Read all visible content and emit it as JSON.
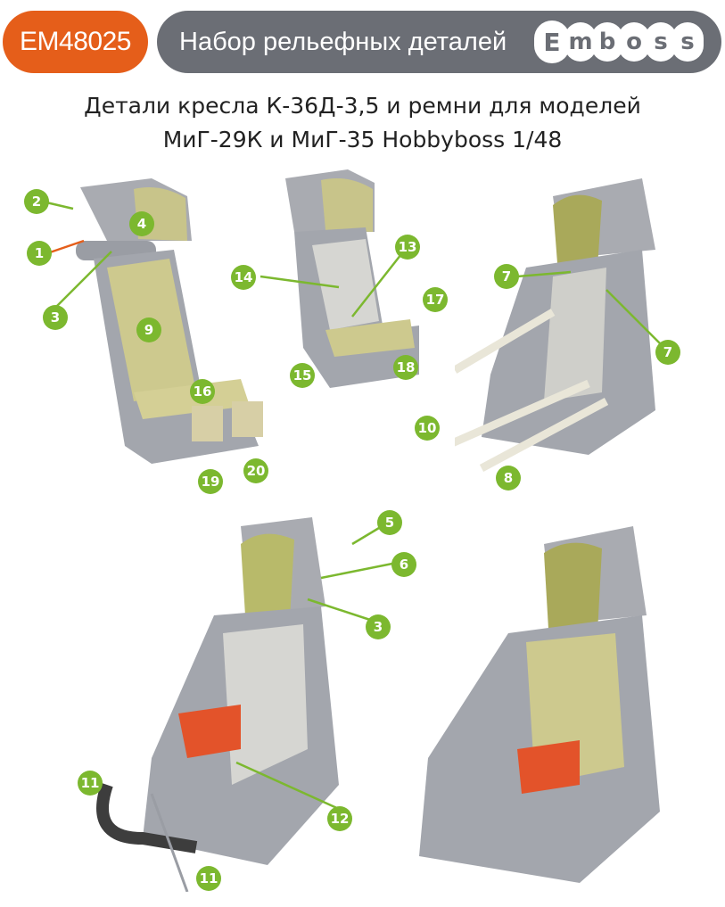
{
  "header": {
    "code": "EM48025",
    "title": "Набор рельефных деталей",
    "brand_letters": [
      "E",
      "m",
      "b",
      "o",
      "s",
      "s"
    ],
    "colors": {
      "code_bg": "#e55e1a",
      "title_bg": "#6b6e75",
      "badge": "#7cb82f",
      "leader_orange": "#e55e1a"
    }
  },
  "subtitle": {
    "line1": "Детали кресла К-36Д-3,5 и ремни для моделей",
    "line2": "МиГ-29К и МиГ-35 Hobbyboss 1/48"
  },
  "photos": [
    {
      "name": "seat-view-front-left",
      "callouts": [
        "1",
        "2",
        "3",
        "4",
        "9",
        "16",
        "19",
        "20"
      ]
    },
    {
      "name": "seat-view-small-center",
      "callouts": [
        "13",
        "14",
        "15",
        "17",
        "18"
      ]
    },
    {
      "name": "seat-view-front-right",
      "callouts": [
        "7",
        "7",
        "8",
        "10"
      ]
    },
    {
      "name": "seat-view-bottom-left",
      "callouts": [
        "3",
        "5",
        "6",
        "11",
        "11",
        "12"
      ]
    },
    {
      "name": "seat-view-bottom-right",
      "callouts": []
    }
  ],
  "callouts": {
    "c1": "1",
    "c2": "2",
    "c3a": "3",
    "c4": "4",
    "c9": "9",
    "c16": "16",
    "c19": "19",
    "c20": "20",
    "c13": "13",
    "c14": "14",
    "c15": "15",
    "c17": "17",
    "c18": "18",
    "c7a": "7",
    "c7b": "7",
    "c8": "8",
    "c10": "10",
    "c5": "5",
    "c6": "6",
    "c3b": "3",
    "c11a": "11",
    "c11b": "11",
    "c12": "12"
  }
}
